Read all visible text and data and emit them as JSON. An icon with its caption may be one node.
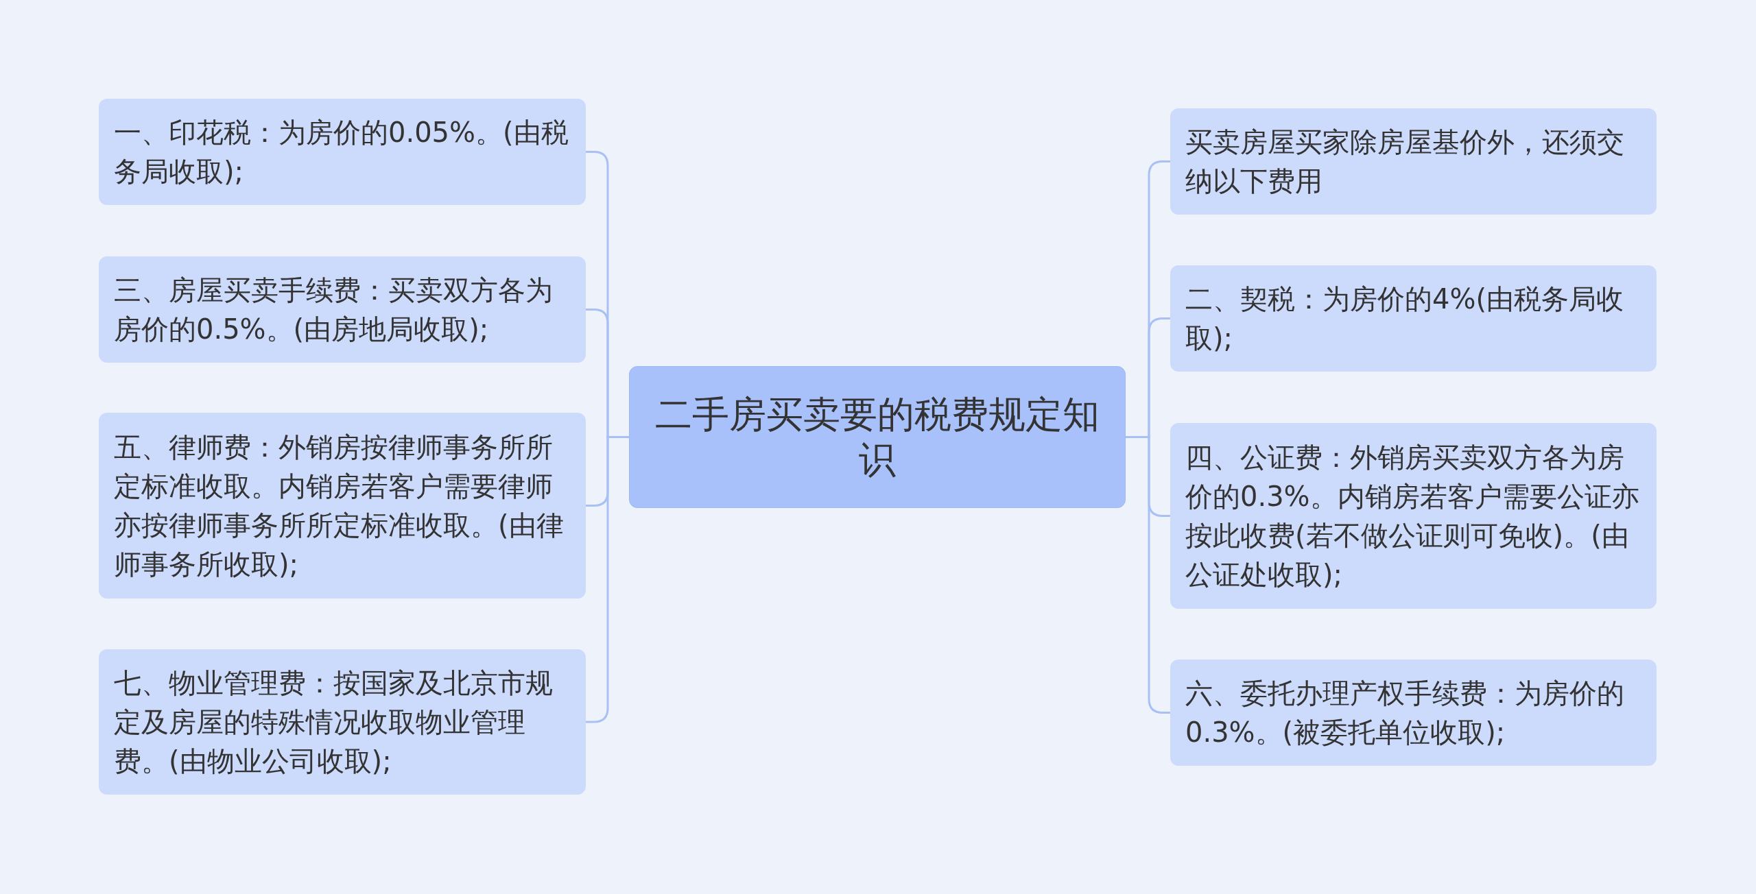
{
  "diagram": {
    "nodes": [
      {
        "text": [
          "二手房买卖要的税费规定知识"
        ]
      },
      {
        "text": [
          "一、印花税：为房价的0.05%。(由税务局收取);"
        ]
      },
      {
        "text": [
          "三、房屋买卖手续费：买卖双方各为房价的0.5%。(由房地局收取);"
        ]
      },
      {
        "text": [
          "五、律师费：外销房按律师事务所所定标准收取。内销房若客户需要律师亦按律师事务所所定标准收取。(由律师事务所收取);"
        ]
      },
      {
        "text": [
          "七、物业管理费：按国家及北京市规定及房屋的特殊情况收取物业管理费。(由物业公司收取);"
        ]
      },
      {
        "text": [
          "买卖房屋买家除房屋基价外，还须交纳以下费用"
        ]
      },
      {
        "text": [
          "二、契税：为房价的4%(由税务局收取);"
        ]
      },
      {
        "text": [
          "四、公证费：外销房买卖双方各为房价的0.3%。内销房若客户需要公证亦按此收费(若不做公证则可免收)。(由公证处收取);"
        ]
      },
      {
        "text": [
          "六、委托办理产权手续费：为房价的0.3%。(被委托单位收取);"
        ]
      }
    ],
    "edges": [
      {
        "from": 0,
        "to": 1,
        "arrow": "none"
      },
      {
        "from": 0,
        "to": 2,
        "arrow": "none"
      },
      {
        "from": 0,
        "to": 3,
        "arrow": "none"
      },
      {
        "from": 0,
        "to": 4,
        "arrow": "none"
      },
      {
        "from": 0,
        "to": 5,
        "arrow": "none"
      },
      {
        "from": 0,
        "to": 6,
        "arrow": "none"
      },
      {
        "from": 0,
        "to": 7,
        "arrow": "none"
      },
      {
        "from": 0,
        "to": 8,
        "arrow": "none"
      }
    ]
  }
}
